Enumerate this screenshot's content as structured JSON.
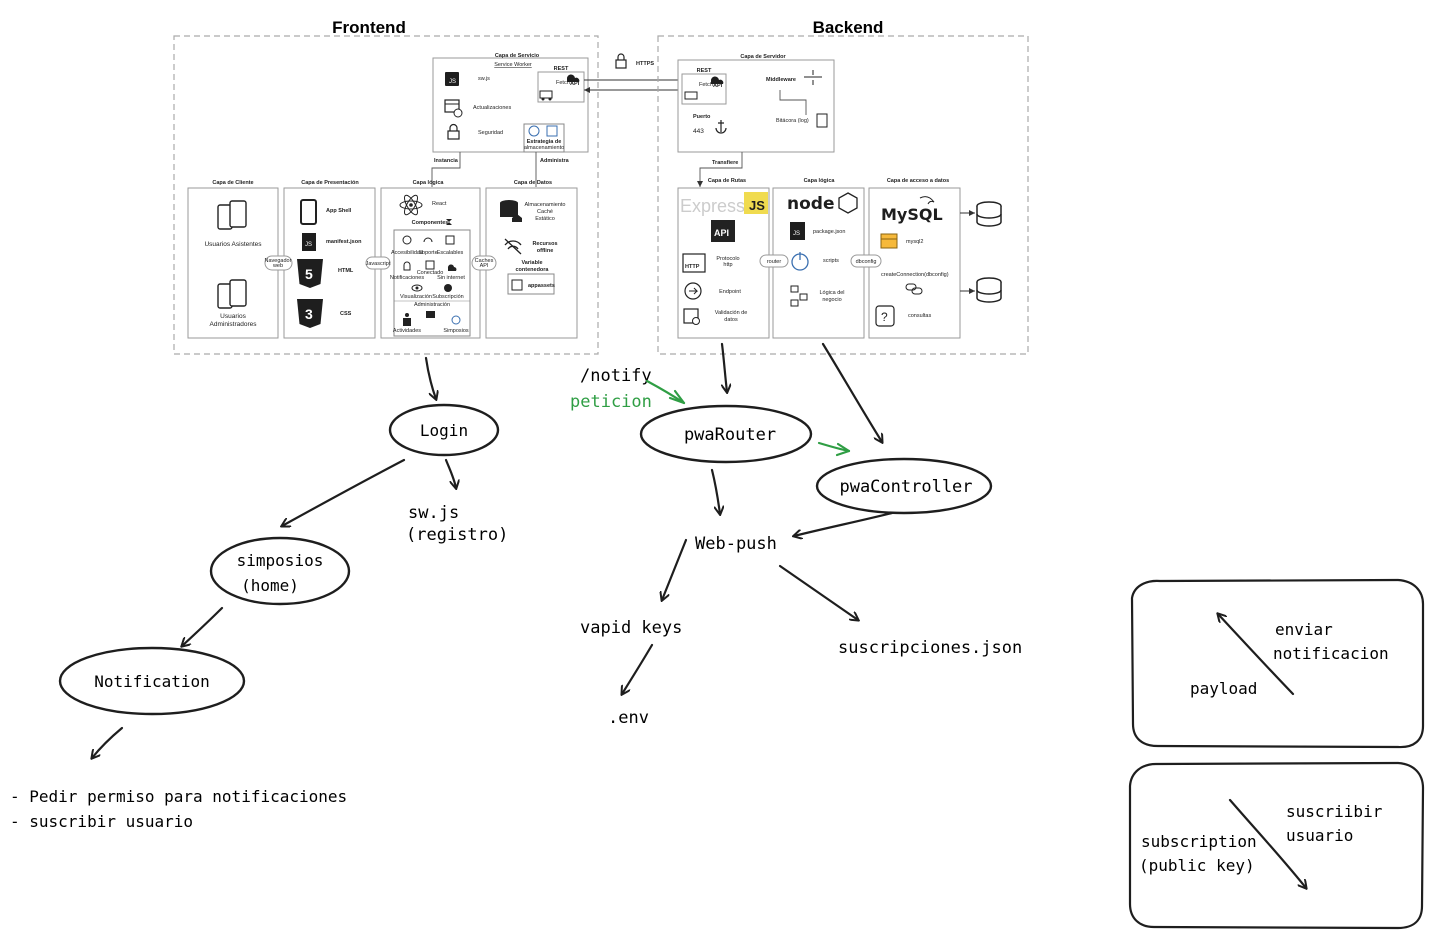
{
  "frontend": {
    "title": "Frontend",
    "service_layer": {
      "title": "Capa de Servicio",
      "subtitle": "Service Worker",
      "swjs": "sw.js",
      "updates": "Actualizaciones",
      "security": "Seguridad",
      "rest": "REST",
      "fetch": "Fetch",
      "api": "API",
      "storage_line1": "Estrategia de",
      "storage_line2": "almacenamiento"
    },
    "instancia": "Instancia",
    "administra": "Administra",
    "client_layer": {
      "title": "Capa de Cliente",
      "users_assist": "Usuarios Asistentes",
      "users_admin_1": "Usuarios",
      "users_admin_2": "Administradores"
    },
    "presentation_layer": {
      "title": "Capa de Presentación",
      "appshell": "App Shell",
      "manifest": "manifest.json",
      "html": "HTML",
      "css": "CSS"
    },
    "logic_layer": {
      "title": "Capa lógica",
      "react": "React",
      "components": "Componentes",
      "c1": "Accesibilidad",
      "c2": "Soporte",
      "c3": "Escalables",
      "c4": "Notificaciones",
      "c5": "Conectado",
      "c6": "Sin internet",
      "c7": "Visualización",
      "c8": "Subscripción",
      "admin": "Administración",
      "c9": "Actividades",
      "c10": "Simposios"
    },
    "data_layer": {
      "title": "Capa de Datos",
      "storage_1": "Almacenamiento",
      "storage_2": "Caché",
      "storage_3": "Estático",
      "offline_1": "Recursos",
      "offline_2": "offline",
      "variable_1": "Variable",
      "variable_2": "contenedora",
      "appassets": "appassets"
    },
    "conn_nav_1": "Navegador",
    "conn_nav_2": "web",
    "conn_js": "Javascript",
    "conn_cache_1": "Caches",
    "conn_cache_2": "API"
  },
  "https": "HTTPS",
  "backend": {
    "title": "Backend",
    "server_layer": {
      "title": "Capa de Servidor",
      "rest": "REST",
      "fetch": "Fetch",
      "api": "API",
      "port": "Puerto",
      "port_num": "443",
      "middleware": "Middleware",
      "log": "Bitácora (log)"
    },
    "transfer": "Transfiere",
    "routes_layer": {
      "title": "Capa de Rutas",
      "express": "Express",
      "js": "JS",
      "api": "API",
      "http": "HTTP",
      "protocol_1": "Protocolo",
      "protocol_2": "http",
      "endpoint": "Endpoint",
      "validation_1": "Validación de",
      "validation_2": "datos"
    },
    "logic_layer": {
      "title": "Capa lógica",
      "node": "node",
      "package": "package.json",
      "scripts": "scripts",
      "business_1": "Lógica del",
      "business_2": "negocio"
    },
    "data_access_layer": {
      "title": "Capa  de acceso a datos",
      "mysql": "MySQL",
      "mysql2": "mysql2",
      "create_conn": "createConnection(dbconfig)",
      "queries": "consultas"
    },
    "conn_router": "router",
    "conn_dbconfig": "dbconfig"
  },
  "flow": {
    "login": "Login",
    "swjs_1": "sw.js",
    "swjs_2": "(registro)",
    "simposios_1": "simposios",
    "simposios_2": "(home)",
    "notification": "Notification",
    "bullet_1": "- Pedir permiso para notificaciones",
    "bullet_2": "- suscribir usuario",
    "notify": "/notify",
    "peticion": "peticion",
    "pwa_router": "pwaRouter",
    "pwa_controller": "pwaController",
    "webpush": "Web-push",
    "vapid": "vapid keys",
    "env": ".env",
    "subs_json": "suscripciones.json"
  },
  "legend_top": {
    "enviar_1": "enviar",
    "enviar_2": "notificacion",
    "payload": "payload"
  },
  "legend_bottom": {
    "suscribir_1": "suscriibir",
    "suscribir_2": "usuario",
    "sub_1": "subscription",
    "sub_2": "(public key)"
  },
  "colors": {
    "ink": "#1e1e1e",
    "green": "#2f9e44",
    "js_yellow": "#f0db4f",
    "box_border": "#9a9a9a"
  }
}
